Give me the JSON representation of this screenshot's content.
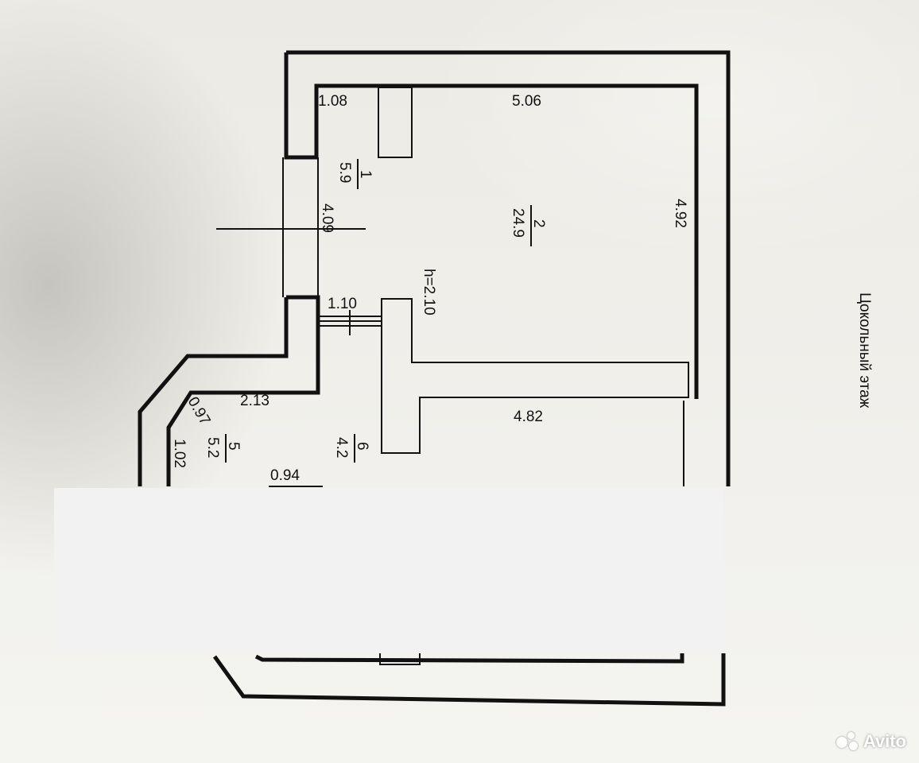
{
  "plan": {
    "floor_caption": "Цокольный этаж",
    "dimensions": {
      "d_1_08": "1.08",
      "d_5_06": "5.06",
      "d_4_92": "4.92",
      "d_4_09": "4.09",
      "d_1_10": "1.10",
      "d_h": "h=2.10",
      "d_2_13": "2.13",
      "d_0_97": "0.97",
      "d_1_02": "1.02",
      "d_0_94": "0.94",
      "d_4_82": "4.82"
    },
    "rooms": [
      {
        "number": "1",
        "area": "5.9"
      },
      {
        "number": "2",
        "area": "24.9"
      },
      {
        "number": "5",
        "area": "5.2"
      },
      {
        "number": "6",
        "area": "4.2"
      }
    ]
  },
  "watermark": {
    "text": "Avito"
  }
}
